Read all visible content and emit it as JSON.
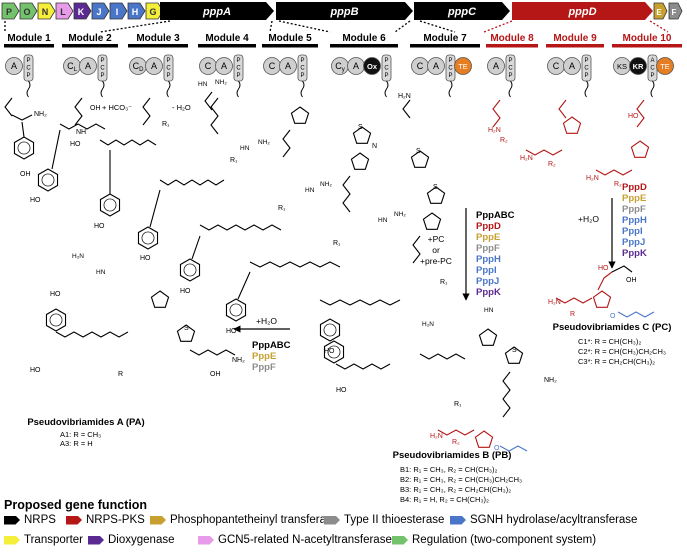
{
  "colors": {
    "nrps": "#000000",
    "nrps_pks": "#b51616",
    "ppant": "#c7a030",
    "thioesterase": "#8c8c8c",
    "sgnh": "#4a76c9",
    "transporter": "#f5ee3a",
    "dioxygenase": "#5a2a92",
    "gcn5": "#e79be8",
    "regulation": "#74c26b",
    "te_orange": "#e57d22",
    "pc_red": "#b51616"
  },
  "gene_cluster": {
    "small_genes": [
      {
        "letter": "P",
        "color": "#74c26b"
      },
      {
        "letter": "O",
        "color": "#74c26b"
      },
      {
        "letter": "N",
        "color": "#f5ee3a"
      },
      {
        "letter": "L",
        "color": "#e79be8"
      },
      {
        "letter": "K",
        "color": "#5a2a92"
      },
      {
        "letter": "J",
        "color": "#4a76c9"
      },
      {
        "letter": "I",
        "color": "#4a76c9"
      },
      {
        "letter": "H",
        "color": "#4a76c9"
      },
      {
        "letter": "G",
        "color": "#f5ee3a"
      }
    ],
    "big_genes": [
      {
        "label": "pppA",
        "color": "#000000"
      },
      {
        "label": "pppB",
        "color": "#000000"
      },
      {
        "label": "pppC",
        "color": "#000000"
      },
      {
        "label": "pppD",
        "color": "#b51616"
      }
    ],
    "tail_genes": [
      {
        "letter": "E",
        "color": "#c7a030"
      },
      {
        "letter": "F",
        "color": "#8c8c8c"
      }
    ]
  },
  "modules": [
    {
      "label": "Module 1",
      "domains": [
        "A",
        "PCP"
      ],
      "color": "#000000"
    },
    {
      "label": "Module 2",
      "domains": [
        "CL",
        "A",
        "PCP"
      ],
      "color": "#000000"
    },
    {
      "label": "Module 3",
      "domains": [
        "CD",
        "A",
        "PCP"
      ],
      "color": "#000000"
    },
    {
      "label": "Module 4",
      "domains": [
        "C",
        "A",
        "PCP"
      ],
      "color": "#000000"
    },
    {
      "label": "Module 5",
      "domains": [
        "C",
        "A",
        "PCP"
      ],
      "color": "#000000"
    },
    {
      "label": "Module 6",
      "domains": [
        "Cy",
        "A",
        "Ox",
        "PCP"
      ],
      "color": "#000000"
    },
    {
      "label": "Module 7",
      "domains": [
        "C",
        "A",
        "PCP",
        "TE"
      ],
      "color": "#000000"
    },
    {
      "label": "Module 8",
      "domains": [
        "A",
        "PCP"
      ],
      "color": "#b51616"
    },
    {
      "label": "Module 9",
      "domains": [
        "C",
        "A",
        "PCP"
      ],
      "color": "#b51616"
    },
    {
      "label": "Module 10",
      "domains": [
        "KS",
        "KR",
        "ACP",
        "TE"
      ],
      "color": "#b51616"
    }
  ],
  "reaction_notes": {
    "bicarbonate": "+ HCO₃⁻",
    "water_loss": "- H₂O"
  },
  "enzymes_pb": [
    "PppABC",
    "PppD",
    "PppE",
    "PppF",
    "PppH",
    "PppI",
    "PppJ",
    "PppK"
  ],
  "enzymes_pb_colors": [
    "#000000",
    "#b51616",
    "#c7a030",
    "#8c8c8c",
    "#4a76c9",
    "#4a76c9",
    "#4a76c9",
    "#5a2a92"
  ],
  "pb_conditions": [
    "+PC",
    "or",
    "+pre-PC"
  ],
  "enzymes_pc": [
    "PppD",
    "PppE",
    "PppF",
    "PppH",
    "PppI",
    "PppJ",
    "PppK"
  ],
  "enzymes_pc_colors": [
    "#b51616",
    "#c7a030",
    "#8c8c8c",
    "#4a76c9",
    "#4a76c9",
    "#4a76c9",
    "#5a2a92"
  ],
  "pc_water": "+H₂O",
  "enzymes_pa": [
    "PppABC",
    "PppE",
    "PppF"
  ],
  "enzymes_pa_colors": [
    "#000000",
    "#c7a030",
    "#8c8c8c"
  ],
  "pa_water": "+H₂O",
  "products": {
    "pa": {
      "title": "Pseudovibriamides A (PA)",
      "variants": [
        "A1: R = CH₃",
        "A3: R = H"
      ]
    },
    "pb": {
      "title": "Pseudovibriamides B (PB)",
      "variants": [
        "B1: R₁ = CH₃, R₂ = CH(CH₃)₂",
        "B2: R₁ = CH₃, R₂ = CH(CH₃)CH₂CH₃",
        "B3: R₁ = CH₃, R₂ = CH₂CH(CH₃)₂",
        "B4: R₁ = H, R₂ = CH(CH₃)₂"
      ]
    },
    "pc": {
      "title": "Pseudovibriamides C (PC)",
      "variants": [
        "C1*: R = CH(CH₃)₂",
        "C2*: R = CH(CH₃)CH₂CH₃",
        "C3*: R = CH₂CH(CH₃)₂"
      ]
    }
  },
  "legend": {
    "title": "Proposed gene function",
    "items": [
      {
        "label": "NRPS",
        "color": "#000000"
      },
      {
        "label": "NRPS-PKS",
        "color": "#b51616"
      },
      {
        "label": "Phosphopantetheinyl transferase",
        "color": "#c7a030"
      },
      {
        "label": "Type II thioesterase",
        "color": "#8c8c8c"
      },
      {
        "label": "SGNH hydrolase/acyltransferase",
        "color": "#4a76c9"
      },
      {
        "label": "Transporter",
        "color": "#f5ee3a"
      },
      {
        "label": "Dioxygenase",
        "color": "#5a2a92"
      },
      {
        "label": "GCN5-related N-acetyltransferase",
        "color": "#e79be8"
      },
      {
        "label": "Regulation (two-component system)",
        "color": "#74c26b"
      }
    ]
  }
}
